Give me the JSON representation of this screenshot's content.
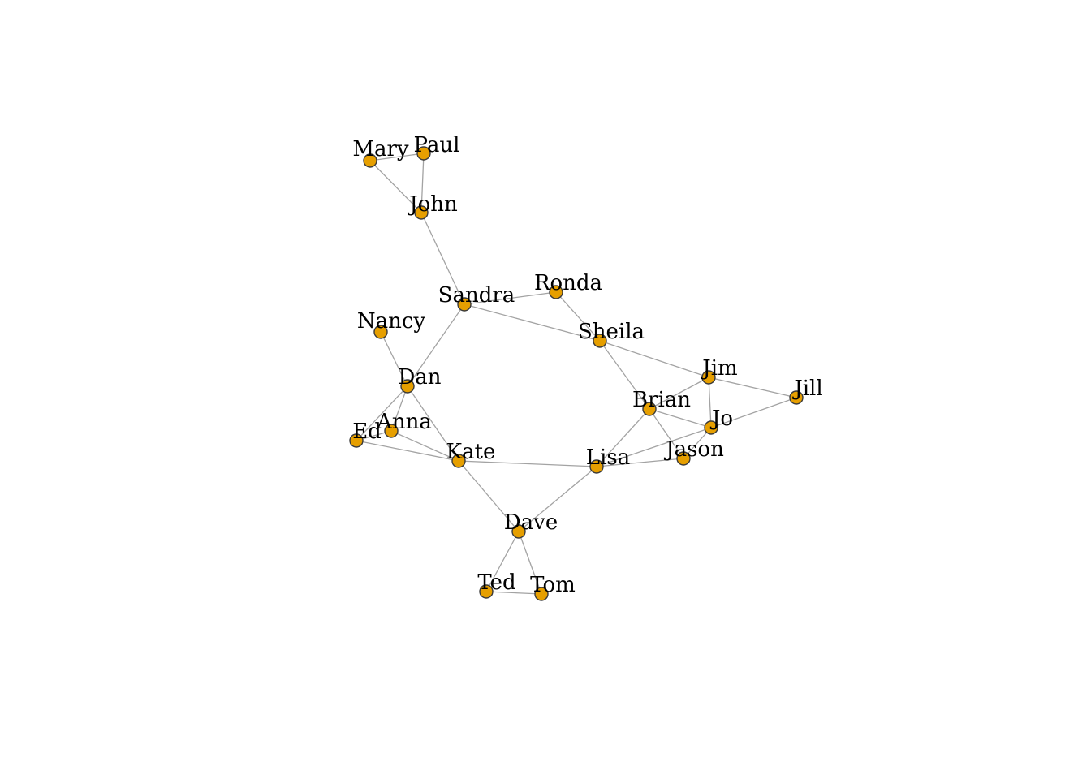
{
  "graph": {
    "nodes": [
      {
        "id": "Mary",
        "label": "Mary"
      },
      {
        "id": "Paul",
        "label": "Paul"
      },
      {
        "id": "John",
        "label": "John"
      },
      {
        "id": "Sandra",
        "label": "Sandra"
      },
      {
        "id": "Ronda",
        "label": "Ronda"
      },
      {
        "id": "Sheila",
        "label": "Sheila"
      },
      {
        "id": "Nancy",
        "label": "Nancy"
      },
      {
        "id": "Dan",
        "label": "Dan"
      },
      {
        "id": "Anna",
        "label": "Anna"
      },
      {
        "id": "Ed",
        "label": "Ed"
      },
      {
        "id": "Kate",
        "label": "Kate"
      },
      {
        "id": "Dave",
        "label": "Dave"
      },
      {
        "id": "Ted",
        "label": "Ted"
      },
      {
        "id": "Tom",
        "label": "Tom"
      },
      {
        "id": "Lisa",
        "label": "Lisa"
      },
      {
        "id": "Brian",
        "label": "Brian"
      },
      {
        "id": "Jim",
        "label": "Jim"
      },
      {
        "id": "Jo",
        "label": "Jo"
      },
      {
        "id": "Jason",
        "label": "Jason"
      },
      {
        "id": "Jill",
        "label": "Jill"
      }
    ],
    "edges": [
      [
        "Mary",
        "Paul"
      ],
      [
        "Mary",
        "John"
      ],
      [
        "Paul",
        "John"
      ],
      [
        "John",
        "Sandra"
      ],
      [
        "Sandra",
        "Ronda"
      ],
      [
        "Sandra",
        "Sheila"
      ],
      [
        "Sandra",
        "Dan"
      ],
      [
        "Ronda",
        "Sheila"
      ],
      [
        "Nancy",
        "Dan"
      ],
      [
        "Dan",
        "Ed"
      ],
      [
        "Dan",
        "Anna"
      ],
      [
        "Dan",
        "Kate"
      ],
      [
        "Ed",
        "Anna"
      ],
      [
        "Ed",
        "Kate"
      ],
      [
        "Anna",
        "Kate"
      ],
      [
        "Kate",
        "Lisa"
      ],
      [
        "Kate",
        "Dave"
      ],
      [
        "Dave",
        "Ted"
      ],
      [
        "Dave",
        "Tom"
      ],
      [
        "Ted",
        "Tom"
      ],
      [
        "Dave",
        "Lisa"
      ],
      [
        "Lisa",
        "Brian"
      ],
      [
        "Lisa",
        "Jo"
      ],
      [
        "Lisa",
        "Jason"
      ],
      [
        "Sheila",
        "Brian"
      ],
      [
        "Sheila",
        "Jim"
      ],
      [
        "Brian",
        "Jim"
      ],
      [
        "Brian",
        "Jo"
      ],
      [
        "Brian",
        "Jason"
      ],
      [
        "Jim",
        "Jo"
      ],
      [
        "Jim",
        "Jill"
      ],
      [
        "Jo",
        "Jill"
      ],
      [
        "Jo",
        "Jason"
      ]
    ]
  }
}
